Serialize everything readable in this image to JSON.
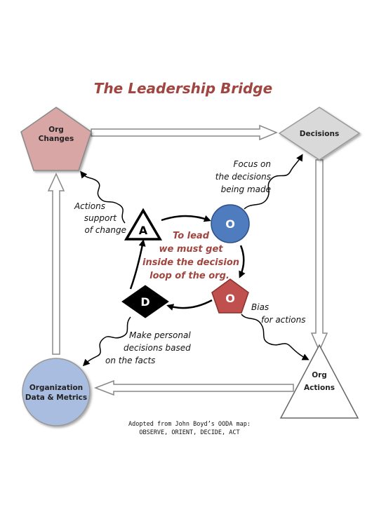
{
  "title": "The Leadership Bridge",
  "nodes": {
    "org_changes": {
      "line1": "Org",
      "line2": "Changes"
    },
    "decisions": {
      "label": "Decisions"
    },
    "org_data": {
      "line1": "Organization",
      "line2": "Data & Metrics"
    },
    "org_actions": {
      "line1": "Org",
      "line2": "Actions"
    },
    "ooda_a": {
      "letter": "A"
    },
    "ooda_o1": {
      "letter": "O"
    },
    "ooda_o2": {
      "letter": "O"
    },
    "ooda_d": {
      "letter": "D"
    }
  },
  "annotations": {
    "actions_support": [
      "Actions",
      "support",
      "of change"
    ],
    "focus": [
      "Focus on",
      "the decisions",
      "being made"
    ],
    "bias": [
      "Bias",
      "for actions"
    ],
    "personal": [
      "Make personal",
      "decisions based",
      "on the facts"
    ]
  },
  "center_text": [
    "To lead",
    "we must get",
    "inside the decision",
    "loop of the org."
  ],
  "footnote": [
    "Adopted from John Boyd’s OODA map:",
    "OBSERVE, ORIENT, DECIDE, ACT"
  ],
  "colors": {
    "title": "#a0453f",
    "pentagon_fill": "#d9a6a6",
    "diamond_fill": "#d9d9d9",
    "circle_fill": "#a9bde0",
    "observe_fill": "#4f7bbf",
    "orient_fill": "#c0504d",
    "decide_fill": "#000000"
  }
}
